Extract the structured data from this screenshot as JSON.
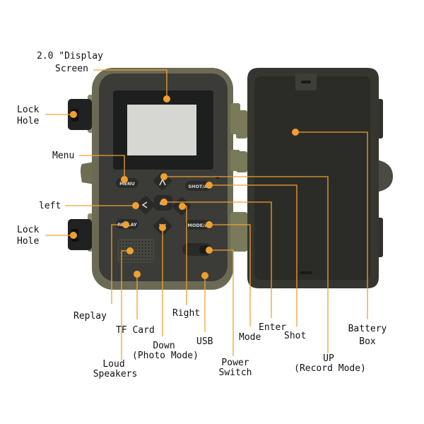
{
  "colors": {
    "body": "#6b6a5f",
    "body_dark": "#3f4038",
    "panel": "#3b3c38",
    "screen_frame": "#1d1f1e",
    "screen": "#d6d6d2",
    "lid": "#35362f",
    "lid_inner": "#2b2c27",
    "khaki": "#7a7a5a",
    "callout": "#f0a030",
    "button": "#2a2b29",
    "button_text": "#d9d9d9"
  },
  "buttons": {
    "menu": "MENU",
    "shot": "SHOT/A",
    "ok": "OK",
    "replay": "REPLAY",
    "mode": "MODE/A"
  },
  "labels": {
    "display_line1": "2.0 \"Display",
    "display_line2": "Screen",
    "lock_hole_top_1": "Lock",
    "lock_hole_top_2": "Hole",
    "menu": "Menu",
    "left": "left",
    "lock_hole_bottom_1": "Lock",
    "lock_hole_bottom_2": "Hole",
    "replay": "Replay",
    "tf_card": "TF Card",
    "down_1": "Down",
    "down_2": "(Photo Mode)",
    "loud_1": "Loud",
    "loud_2": "Speakers",
    "right": "Right",
    "usb": "USB",
    "power_1": "Power",
    "power_2": "Switch",
    "mode": "Mode",
    "enter": "Enter",
    "shot": "Shot",
    "up_1": "UP",
    "up_2": "(Record Mode)",
    "battery_1": "Battery",
    "battery_2": "Box"
  }
}
